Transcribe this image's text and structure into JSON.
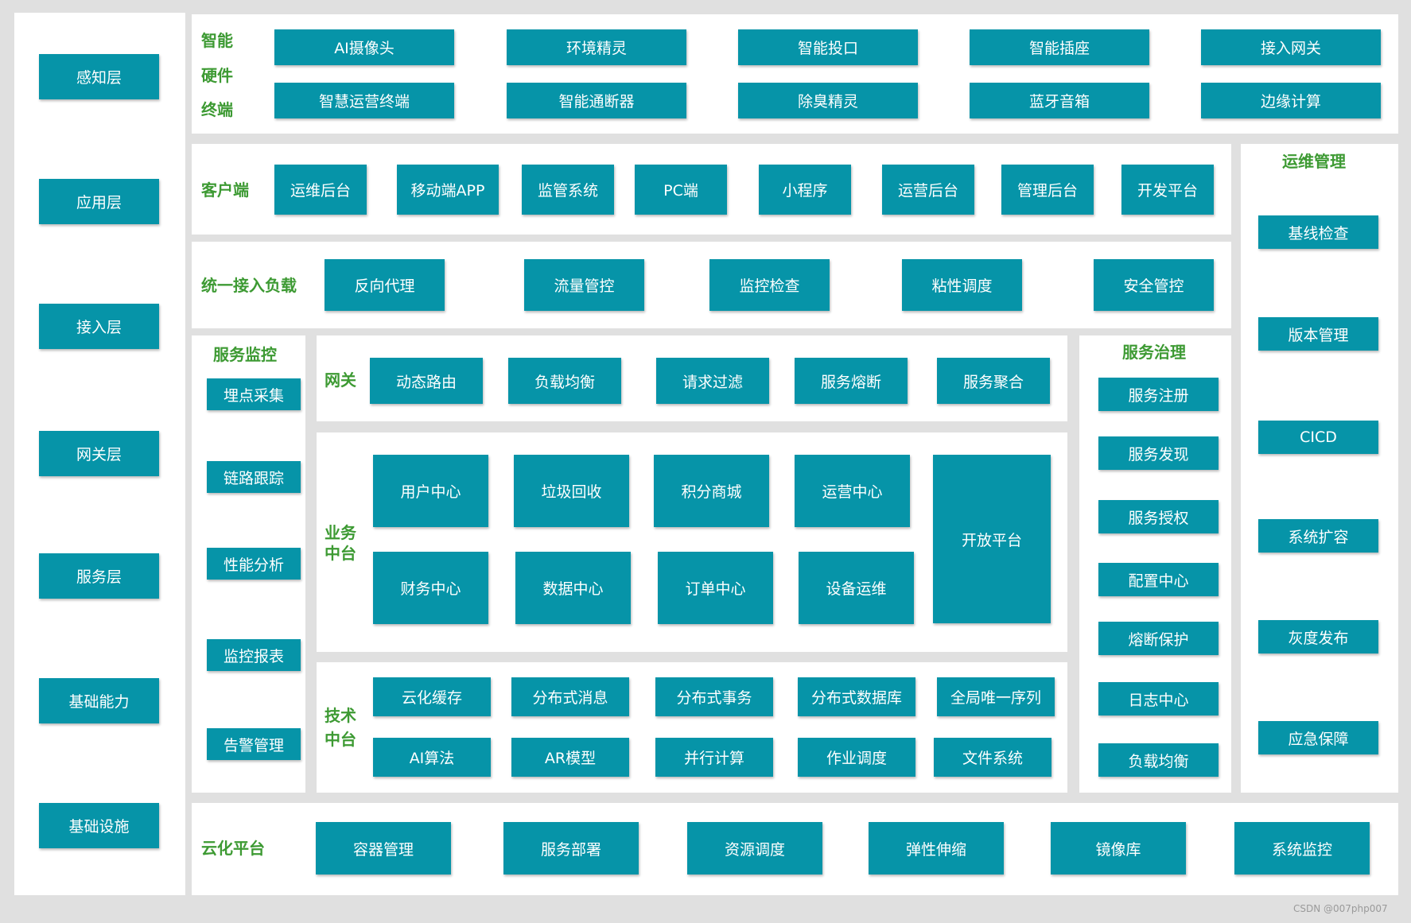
{
  "colors": {
    "box": "#0694a8",
    "label": "#3d9a33",
    "panel": "#ffffff",
    "background": "#e0e0e0"
  },
  "layers": [
    "感知层",
    "应用层",
    "接入层",
    "网关层",
    "服务层",
    "基础能力",
    "基础设施"
  ],
  "hardware": {
    "label_lines": [
      "智能",
      "硬件",
      "终端"
    ],
    "items": [
      "AI摄像头",
      "环境精灵",
      "智能投口",
      "智能插座",
      "接入网关",
      "智慧运营终端",
      "智能通断器",
      "除臭精灵",
      "蓝牙音箱",
      "边缘计算"
    ]
  },
  "client": {
    "label": "客户端",
    "items": [
      "运维后台",
      "移动端APP",
      "监管系统",
      "PC端",
      "小程序",
      "运营后台",
      "管理后台",
      "开发平台"
    ]
  },
  "access": {
    "label": "统一接入负载",
    "items": [
      "反向代理",
      "流量管控",
      "监控检查",
      "粘性调度",
      "安全管控"
    ]
  },
  "monitor": {
    "label": "服务监控",
    "items": [
      "埋点采集",
      "链路跟踪",
      "性能分析",
      "监控报表",
      "告警管理"
    ]
  },
  "gateway": {
    "label": "网关",
    "items": [
      "动态路由",
      "负载均衡",
      "请求过滤",
      "服务熔断",
      "服务聚合"
    ]
  },
  "business": {
    "label_lines": [
      "业务",
      "中台"
    ],
    "items": [
      "用户中心",
      "垃圾回收",
      "积分商城",
      "运营中心",
      "财务中心",
      "数据中心",
      "订单中心",
      "设备运维",
      "开放平台"
    ]
  },
  "tech": {
    "label_lines": [
      "技术",
      "中台"
    ],
    "items": [
      "云化缓存",
      "分布式消息",
      "分布式事务",
      "分布式数据库",
      "全局唯一序列",
      "AI算法",
      "AR模型",
      "并行计算",
      "作业调度",
      "文件系统"
    ]
  },
  "governance": {
    "label": "服务治理",
    "items": [
      "服务注册",
      "服务发现",
      "服务授权",
      "配置中心",
      "熔断保护",
      "日志中心",
      "负载均衡"
    ]
  },
  "ops": {
    "label": "运维管理",
    "items": [
      "基线检查",
      "版本管理",
      "CICD",
      "系统扩容",
      "灰度发布",
      "应急保障"
    ]
  },
  "cloud": {
    "label": "云化平台",
    "items": [
      "容器管理",
      "服务部署",
      "资源调度",
      "弹性伸缩",
      "镜像库",
      "系统监控"
    ]
  },
  "watermark": "CSDN @007php007"
}
